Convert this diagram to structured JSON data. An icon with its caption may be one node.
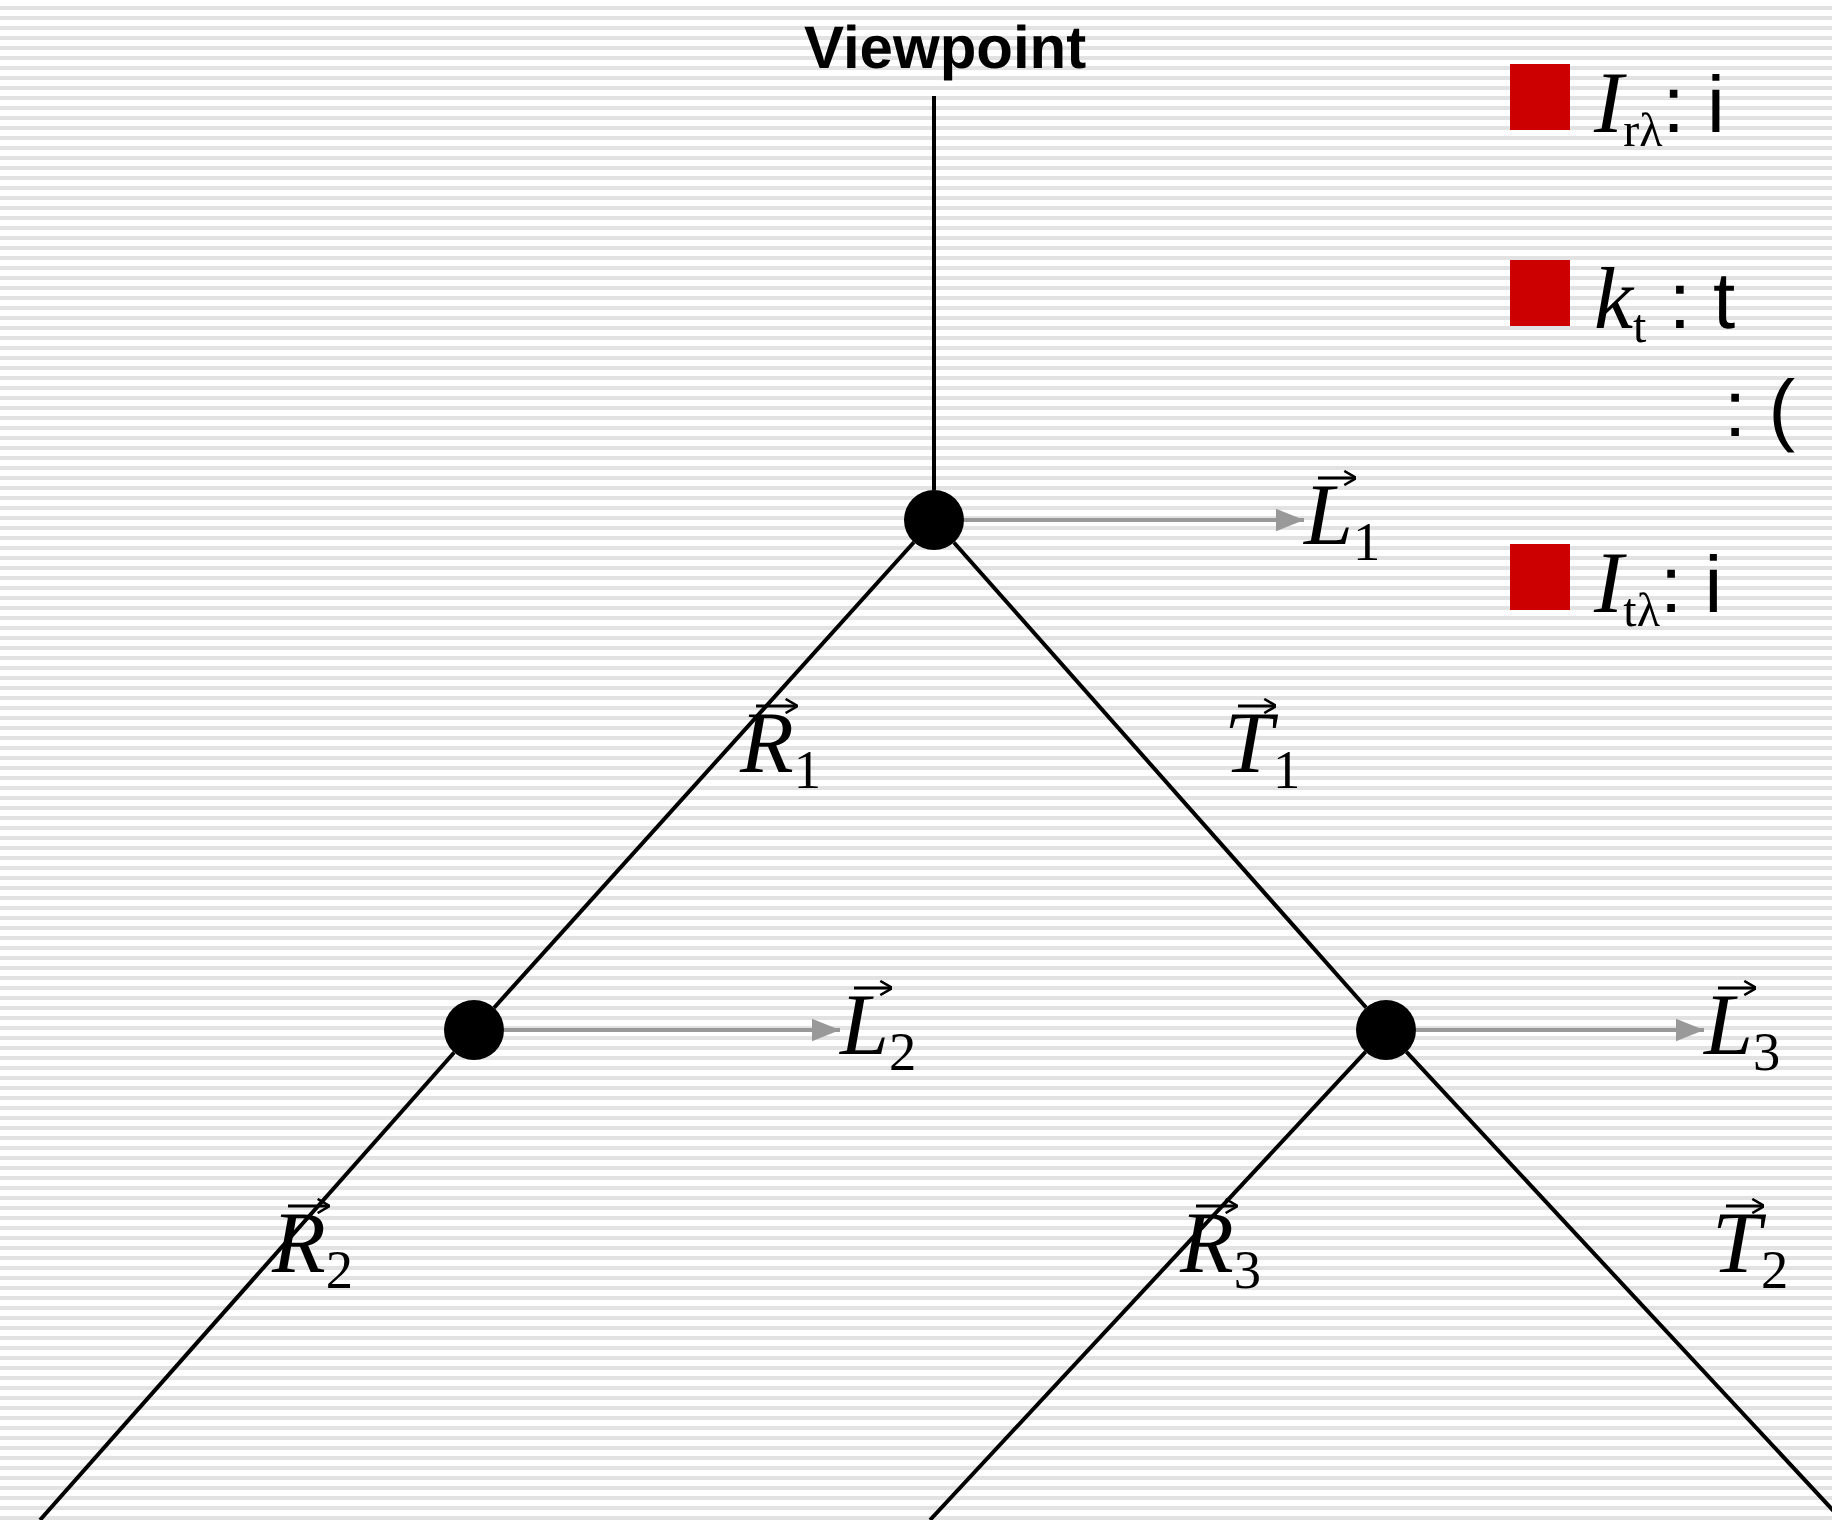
{
  "diagram": {
    "nodes": [
      {
        "text": [
          "Viewpoint"
        ]
      },
      {
        "text": [],
        "shape": "circle"
      },
      {
        "text": [],
        "shape": "circle"
      },
      {
        "text": [],
        "shape": "circle"
      },
      {
        "text": [
          "*L*$_{1}$"
        ]
      },
      {
        "text": [
          "*L*$_{2}$"
        ]
      },
      {
        "text": [
          "*L*$_{3}$"
        ]
      }
    ],
    "edges": [
      {
        "from": 0,
        "to": 1,
        "arrow": "none"
      },
      {
        "from": 1,
        "to": 2,
        "arrow": "none",
        "label": "*R*$_{1}$"
      },
      {
        "from": 1,
        "to": 3,
        "arrow": "none",
        "label": "*T*$_{1}$"
      },
      {
        "from": 1,
        "to": 4,
        "arrow": "to",
        "color": "#999999"
      },
      {
        "from": 2,
        "to": 5,
        "arrow": "to",
        "color": "#999999"
      },
      {
        "from": 3,
        "to": 6,
        "arrow": "to",
        "color": "#999999"
      },
      {
        "from": 2,
        "to": null,
        "arrow": "none",
        "label": "*R*$_{2}$"
      },
      {
        "from": 3,
        "to": null,
        "arrow": "none",
        "label": "*R*$_{3}$"
      },
      {
        "from": 3,
        "to": null,
        "arrow": "none",
        "label": "*T*$_{2}$"
      }
    ],
    "labels": [
      "*I*$_{rλ}$: i",
      "*k*$_{t}$ : t",
      ": (",
      "*I*$_{tλ}$: i"
    ]
  }
}
